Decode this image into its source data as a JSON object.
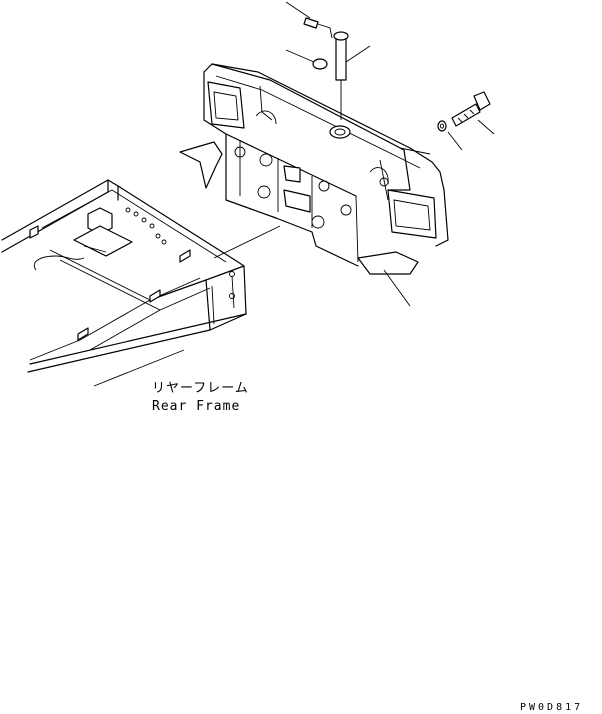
{
  "labels": {
    "rear_frame_jp": "リヤーフレーム",
    "rear_frame_en": "Rear Frame",
    "drawing_code": "PW0D817"
  }
}
